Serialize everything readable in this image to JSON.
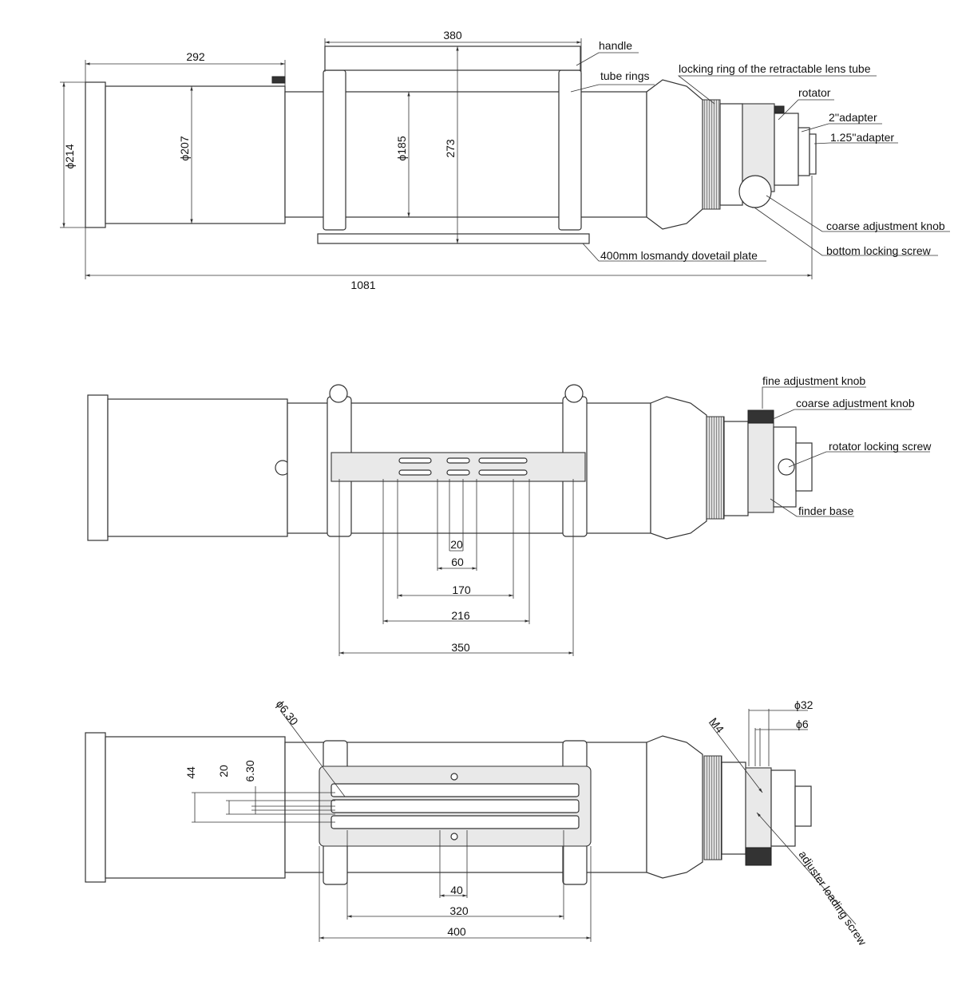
{
  "views": {
    "side": {
      "dimensions": {
        "handle_length": "380",
        "dew_shield_length": "292",
        "dew_shield_dia": "ϕ214",
        "tube_outer_dia": "ϕ207",
        "tube_dia": "ϕ185",
        "height": "273",
        "total_length": "1081"
      },
      "labels": {
        "handle": "handle",
        "tube_rings": "tube rings",
        "locking_ring": "locking ring of the retractable lens tube",
        "rotator": "rotator",
        "adapter_2": "2''adapter",
        "adapter_125": "1.25''adapter",
        "coarse_knob": "coarse adjustment knob",
        "bottom_screw": "bottom locking screw",
        "dovetail": "400mm losmandy dovetail plate"
      }
    },
    "top": {
      "dimensions": {
        "d20": "20",
        "d60": "60",
        "d170": "170",
        "d216": "216",
        "d350": "350"
      },
      "labels": {
        "fine_knob": "fine adjustment knob",
        "coarse_knob": "coarse adjustment knob",
        "rotator_screw": "rotator locking screw",
        "finder_base": "finder base"
      }
    },
    "bottom": {
      "dimensions": {
        "hole_dia": "ϕ6.30",
        "m4": "M4",
        "d32": "ϕ32",
        "d6": "ϕ6",
        "v44": "44",
        "v20": "20",
        "v630": "6.30",
        "d40": "40",
        "d320": "320",
        "d400": "400"
      },
      "labels": {
        "adjuster": "adjuster loading screw"
      }
    }
  }
}
